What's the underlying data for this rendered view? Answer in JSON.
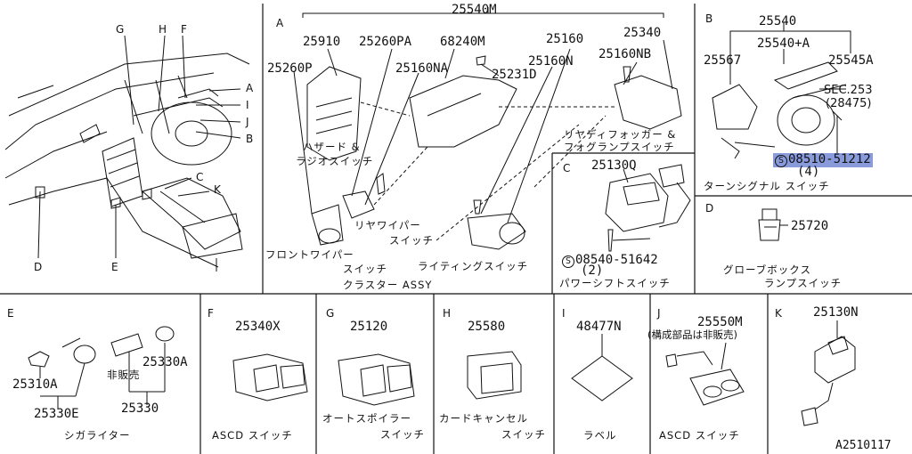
{
  "colors": {
    "line": "#111111",
    "highlight": "#8a9bdc",
    "background": "#ffffff"
  },
  "overview": {
    "callouts": [
      "G",
      "H",
      "F",
      "A",
      "I",
      "J",
      "B",
      "C",
      "K",
      "D",
      "E"
    ]
  },
  "panel_a": {
    "letter": "A",
    "parts": {
      "p25540M": "25540M",
      "p25910": "25910",
      "p25260PA": "25260PA",
      "p68240M": "68240M",
      "p25160": "25160",
      "p25340": "25340",
      "p25260P": "25260P",
      "p25160NA": "25160NA",
      "p25231D": "25231D",
      "p25160N": "25160N",
      "p25160NB": "25160NB"
    },
    "labels": {
      "hazard1": "ハザード &",
      "hazard2": "ラジオスイッチ",
      "rearwiper1": "リヤワイパー",
      "rearwiper2": "スイッチ",
      "front1": "フロントワイパー",
      "front2": "スイッチ",
      "lighting": "ライティングスイッチ",
      "cluster": "クラスター ASSY",
      "fog1": "リヤディフォッガー &",
      "fog2": "フォグランプスイッチ"
    }
  },
  "panel_b": {
    "letter": "B",
    "parts": {
      "p25540": "25540",
      "p25540A": "25540+A",
      "p25567": "25567",
      "p25545A": "25545A",
      "sec": "SEC.253",
      "sec_sub": "(28475)",
      "screw": "08510-51212",
      "screw_qty": "(4)",
      "screw_mark": "S"
    },
    "caption": "ターンシグナル スイッチ"
  },
  "panel_c": {
    "letter": "C",
    "parts": {
      "p25130Q": "25130Q",
      "screw": "08540-51642",
      "screw_qty": "(2)",
      "screw_mark": "S"
    },
    "caption": "パワーシフトスイッチ"
  },
  "panel_d": {
    "letter": "D",
    "parts": {
      "p25720": "25720"
    },
    "caption1": "グローブボックス",
    "caption2": "ランプスイッチ"
  },
  "panel_e": {
    "letter": "E",
    "parts": {
      "p25310A": "25310A",
      "p25330E": "25330E",
      "p25330A": "25330A",
      "p25330": "25330",
      "not_sold": "非販売"
    },
    "caption": "シガライター"
  },
  "panel_f": {
    "letter": "F",
    "part": "25340X",
    "caption": "ASCD スイッチ"
  },
  "panel_g": {
    "letter": "G",
    "part": "25120",
    "caption1": "オートスポイラー",
    "caption2": "スイッチ"
  },
  "panel_h": {
    "letter": "H",
    "part": "25580",
    "caption1": "カードキャンセル",
    "caption2": "スイッチ"
  },
  "panel_i": {
    "letter": "I",
    "part": "48477N",
    "caption": "ラベル"
  },
  "panel_j": {
    "letter": "J",
    "part": "25550M",
    "note": "(構成部品は非販売)",
    "caption": "ASCD スイッチ"
  },
  "panel_k": {
    "letter": "K",
    "part": "25130N"
  },
  "figure_id": "A2510117"
}
